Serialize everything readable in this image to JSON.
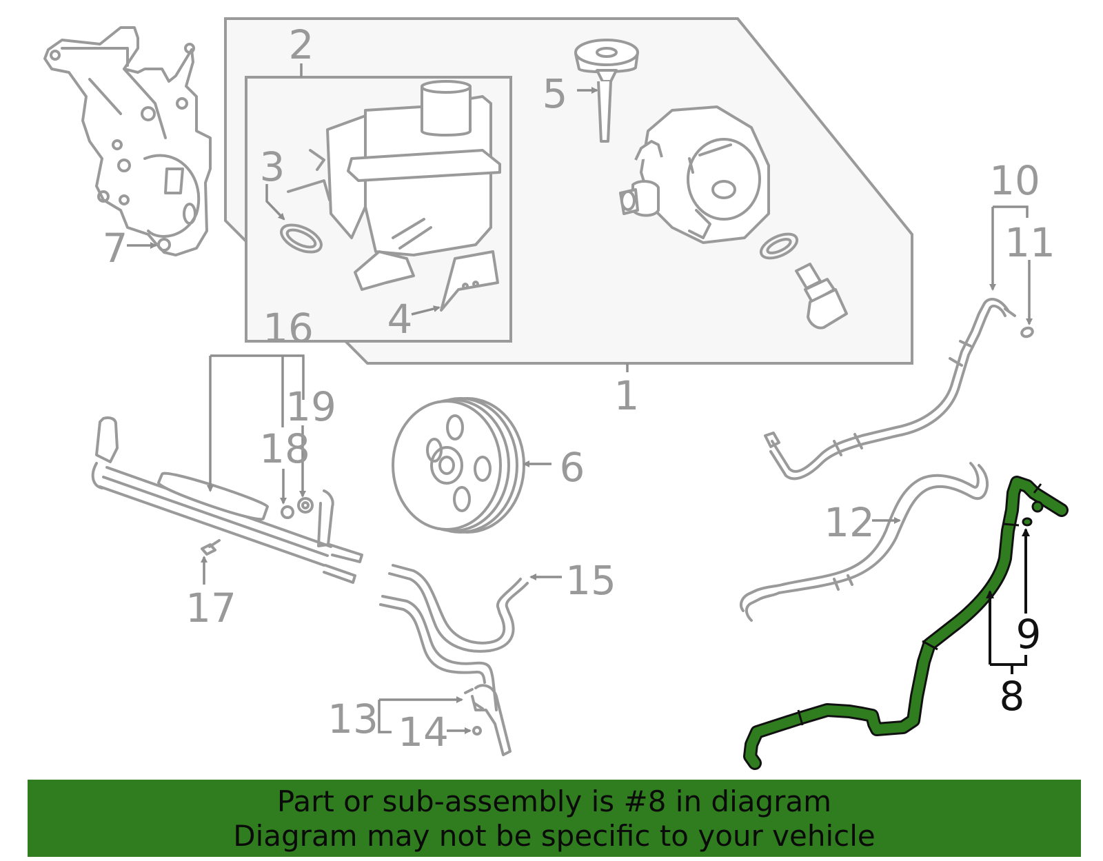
{
  "callouts": {
    "n1": "1",
    "n2": "2",
    "n3": "3",
    "n4": "4",
    "n5": "5",
    "n6": "6",
    "n7": "7",
    "n8": "8",
    "n9": "9",
    "n10": "10",
    "n11": "11",
    "n12": "12",
    "n13": "13",
    "n14": "14",
    "n15": "15",
    "n16": "16",
    "n17": "17",
    "n18": "18",
    "n19": "19"
  },
  "highlight": {
    "part": "8",
    "color": "#2f7d1e"
  },
  "footer": {
    "line1": "Part or sub-assembly is #8 in diagram",
    "line2": "Diagram may not be specific to your vehicle"
  }
}
